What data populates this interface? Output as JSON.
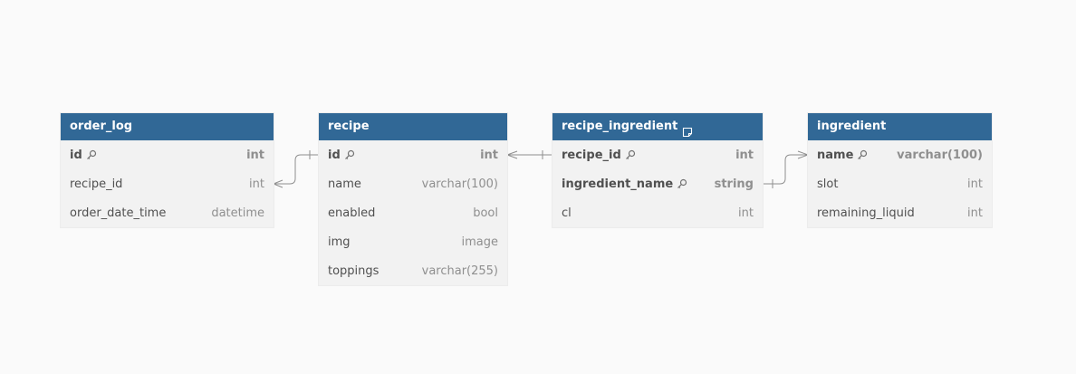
{
  "tables": [
    {
      "name": "order_log",
      "has_note": false,
      "fields": [
        {
          "name": "id",
          "type": "int",
          "pk": true
        },
        {
          "name": "recipe_id",
          "type": "int",
          "pk": false
        },
        {
          "name": "order_date_time",
          "type": "datetime",
          "pk": false
        }
      ]
    },
    {
      "name": "recipe",
      "has_note": false,
      "fields": [
        {
          "name": "id",
          "type": "int",
          "pk": true
        },
        {
          "name": "name",
          "type": "varchar(100)",
          "pk": false
        },
        {
          "name": "enabled",
          "type": "bool",
          "pk": false
        },
        {
          "name": "img",
          "type": "image",
          "pk": false
        },
        {
          "name": "toppings",
          "type": "varchar(255)",
          "pk": false
        }
      ]
    },
    {
      "name": "recipe_ingredient",
      "has_note": true,
      "fields": [
        {
          "name": "recipe_id",
          "type": "int",
          "pk": true
        },
        {
          "name": "ingredient_name",
          "type": "string",
          "pk": true
        },
        {
          "name": "cl",
          "type": "int",
          "pk": false
        }
      ]
    },
    {
      "name": "ingredient",
      "has_note": false,
      "fields": [
        {
          "name": "name",
          "type": "varchar(100)",
          "pk": true
        },
        {
          "name": "slot",
          "type": "int",
          "pk": false
        },
        {
          "name": "remaining_liquid",
          "type": "int",
          "pk": false
        }
      ]
    }
  ],
  "relationships": [
    {
      "from": "order_log.recipe_id",
      "to": "recipe.id",
      "from_card": "many",
      "to_card": "one"
    },
    {
      "from": "recipe.id",
      "to": "recipe_ingredient.recipe_id",
      "from_card": "many",
      "to_card": "one"
    },
    {
      "from": "recipe_ingredient.ingredient_name",
      "to": "ingredient.name",
      "from_card": "one",
      "to_card": "many"
    }
  ],
  "colors": {
    "header_bg": "#316896",
    "header_text": "#ffffff",
    "body_bg": "#f2f2f2",
    "canvas_bg": "#fafafa",
    "connector": "#8f8f8f"
  },
  "icons": {
    "primary_key": "key-icon",
    "table_note": "note-icon"
  }
}
